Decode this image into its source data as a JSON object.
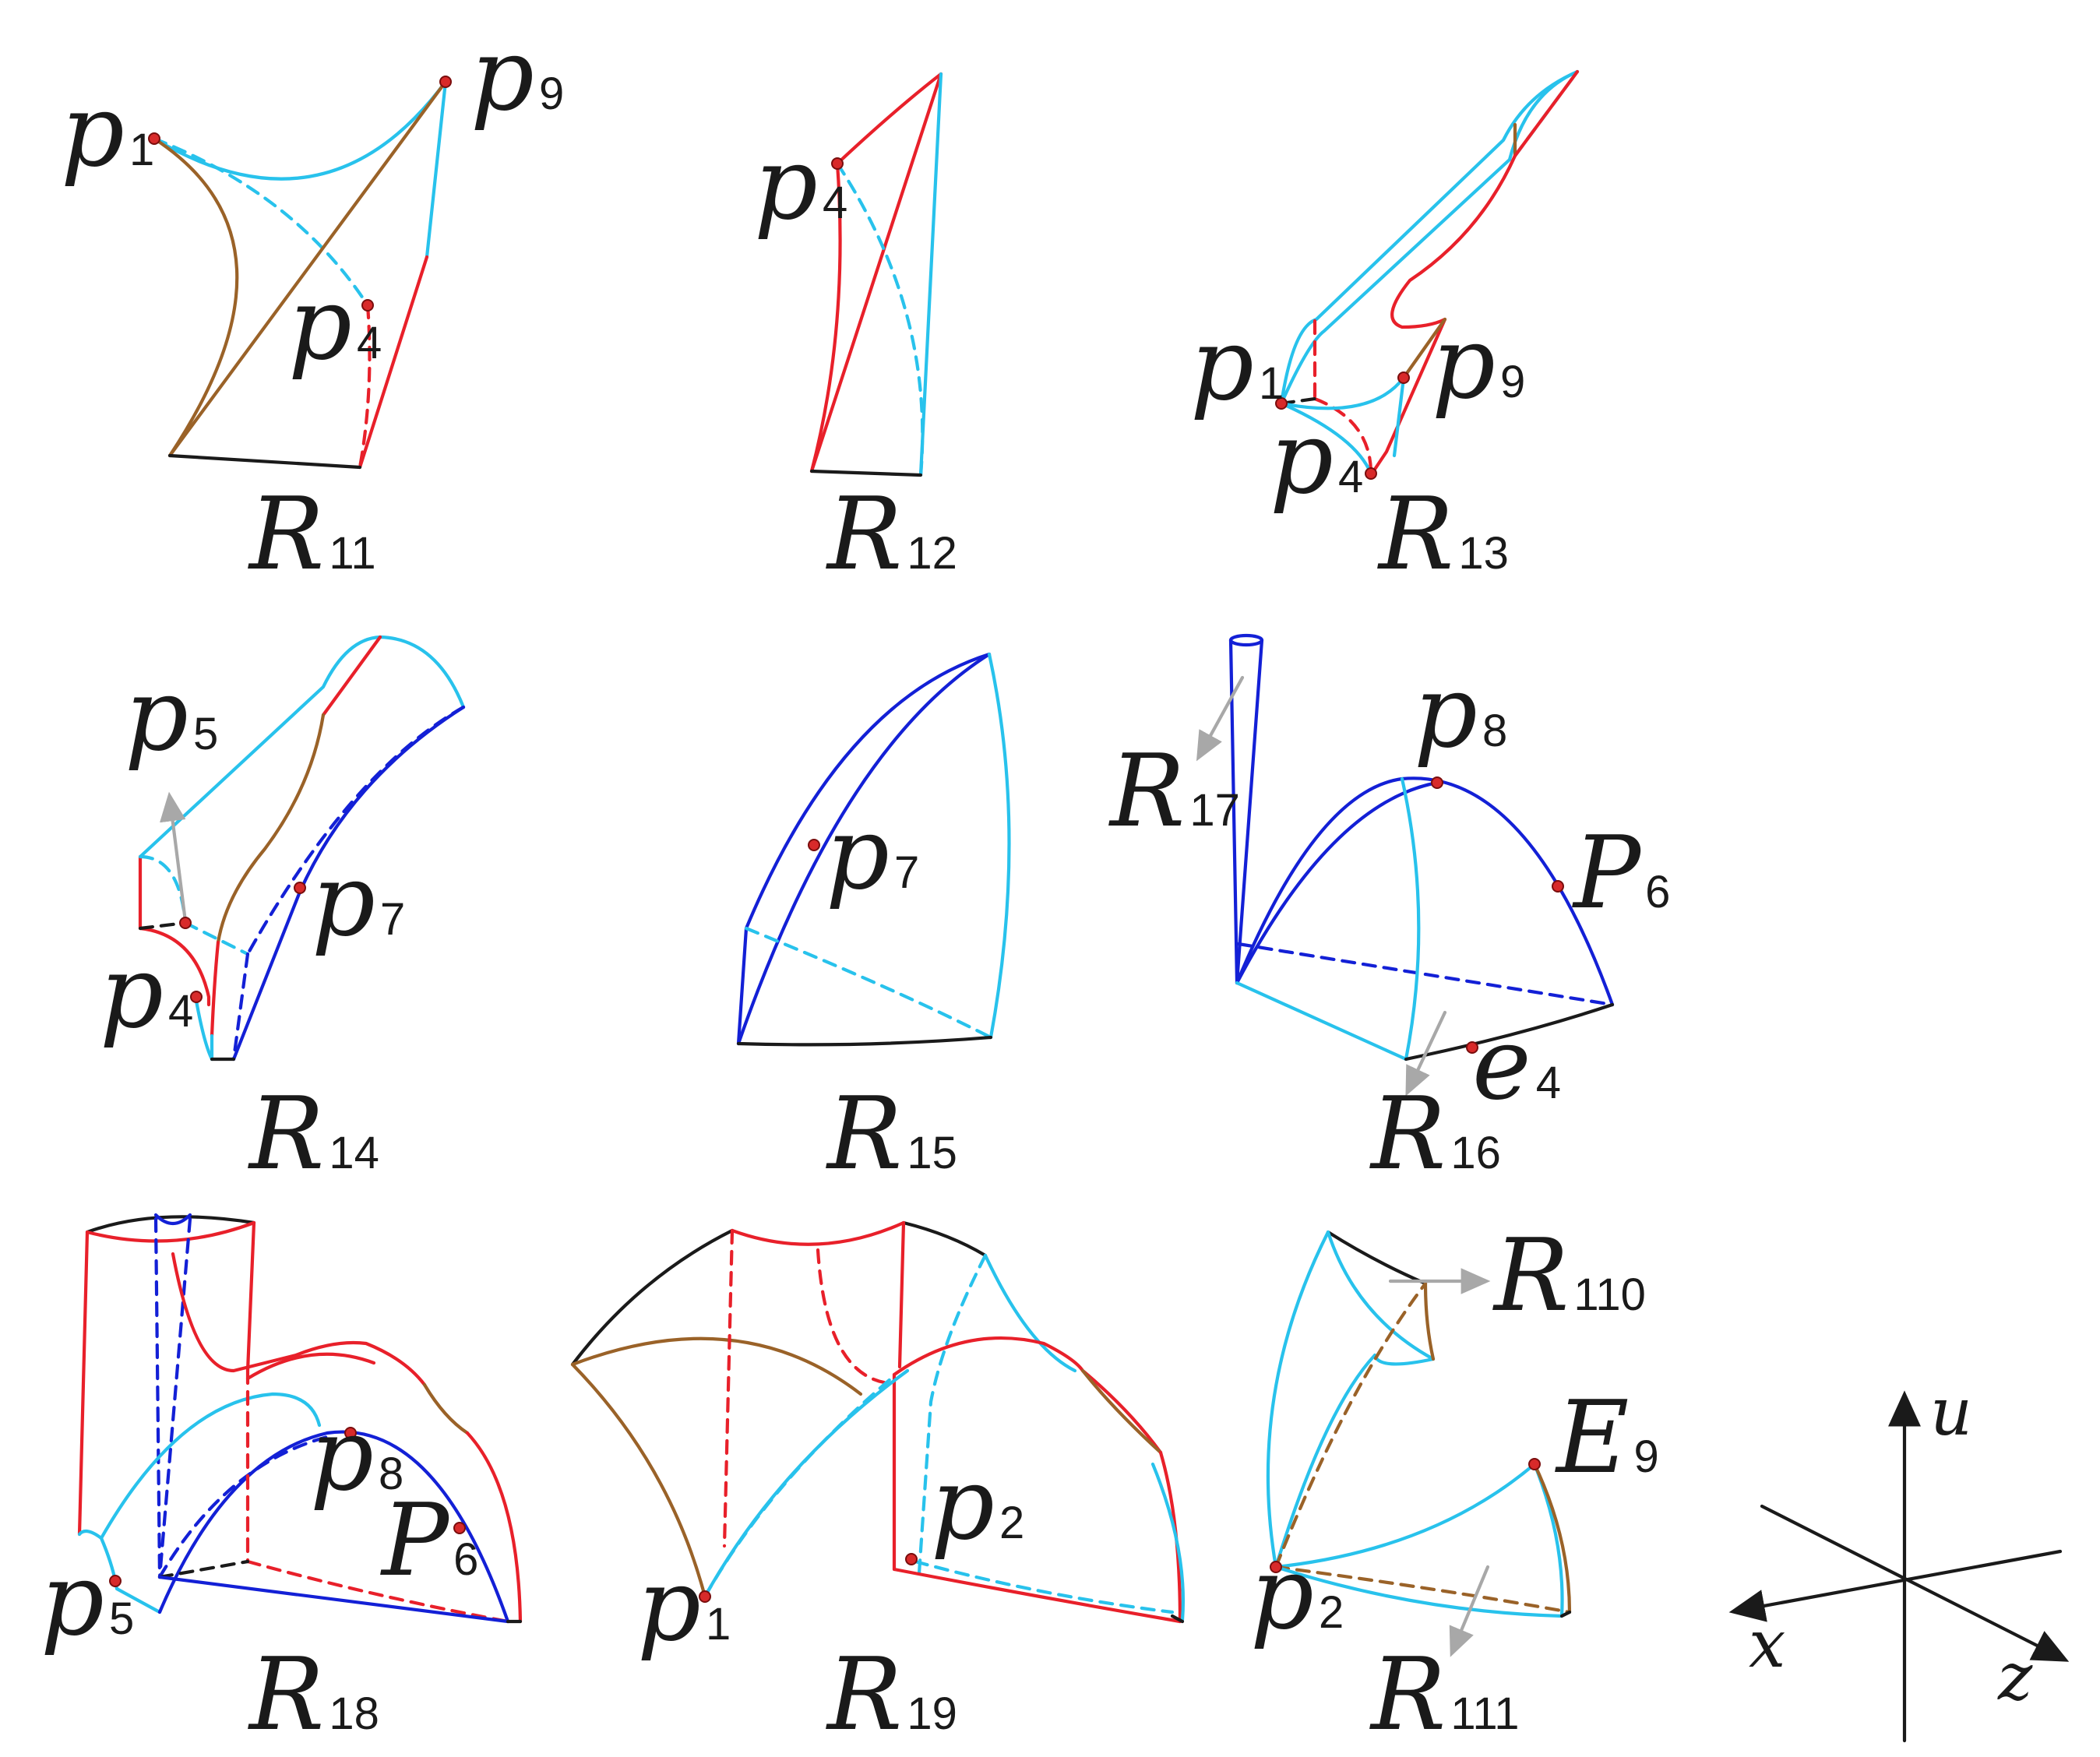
{
  "colors": {
    "red": "#e8202a",
    "cyan": "#28c2ec",
    "brown": "#9a6228",
    "black": "#1a1a1a",
    "blue": "#1320d6",
    "gray_arrow": "#a8a8a8",
    "point": "#d82a2a"
  },
  "panels": {
    "r11": {
      "name": "R",
      "sub": "11"
    },
    "r12": {
      "name": "R",
      "sub": "12"
    },
    "r13": {
      "name": "R",
      "sub": "13"
    },
    "r14": {
      "name": "R",
      "sub": "14"
    },
    "r15": {
      "name": "R",
      "sub": "15"
    },
    "r16": {
      "name": "R",
      "sub": "16"
    },
    "r17": {
      "name": "R",
      "sub": "17"
    },
    "r18": {
      "name": "R",
      "sub": "18"
    },
    "r19": {
      "name": "R",
      "sub": "19"
    },
    "r110": {
      "name": "R",
      "sub": "110"
    },
    "r111": {
      "name": "R",
      "sub": "111"
    }
  },
  "points": {
    "p1": {
      "name": "p",
      "sub": "1"
    },
    "p2": {
      "name": "p",
      "sub": "2"
    },
    "p4": {
      "name": "p",
      "sub": "4"
    },
    "p5": {
      "name": "p",
      "sub": "5"
    },
    "p7": {
      "name": "p",
      "sub": "7"
    },
    "p8": {
      "name": "p",
      "sub": "8"
    },
    "p9": {
      "name": "p",
      "sub": "9"
    },
    "P6": {
      "name": "P",
      "sub": "6"
    },
    "e4": {
      "name": "e",
      "sub": "4"
    },
    "E9": {
      "name": "E",
      "sub": "9"
    }
  },
  "axes": {
    "u": "u",
    "x": "x",
    "z": "z"
  }
}
